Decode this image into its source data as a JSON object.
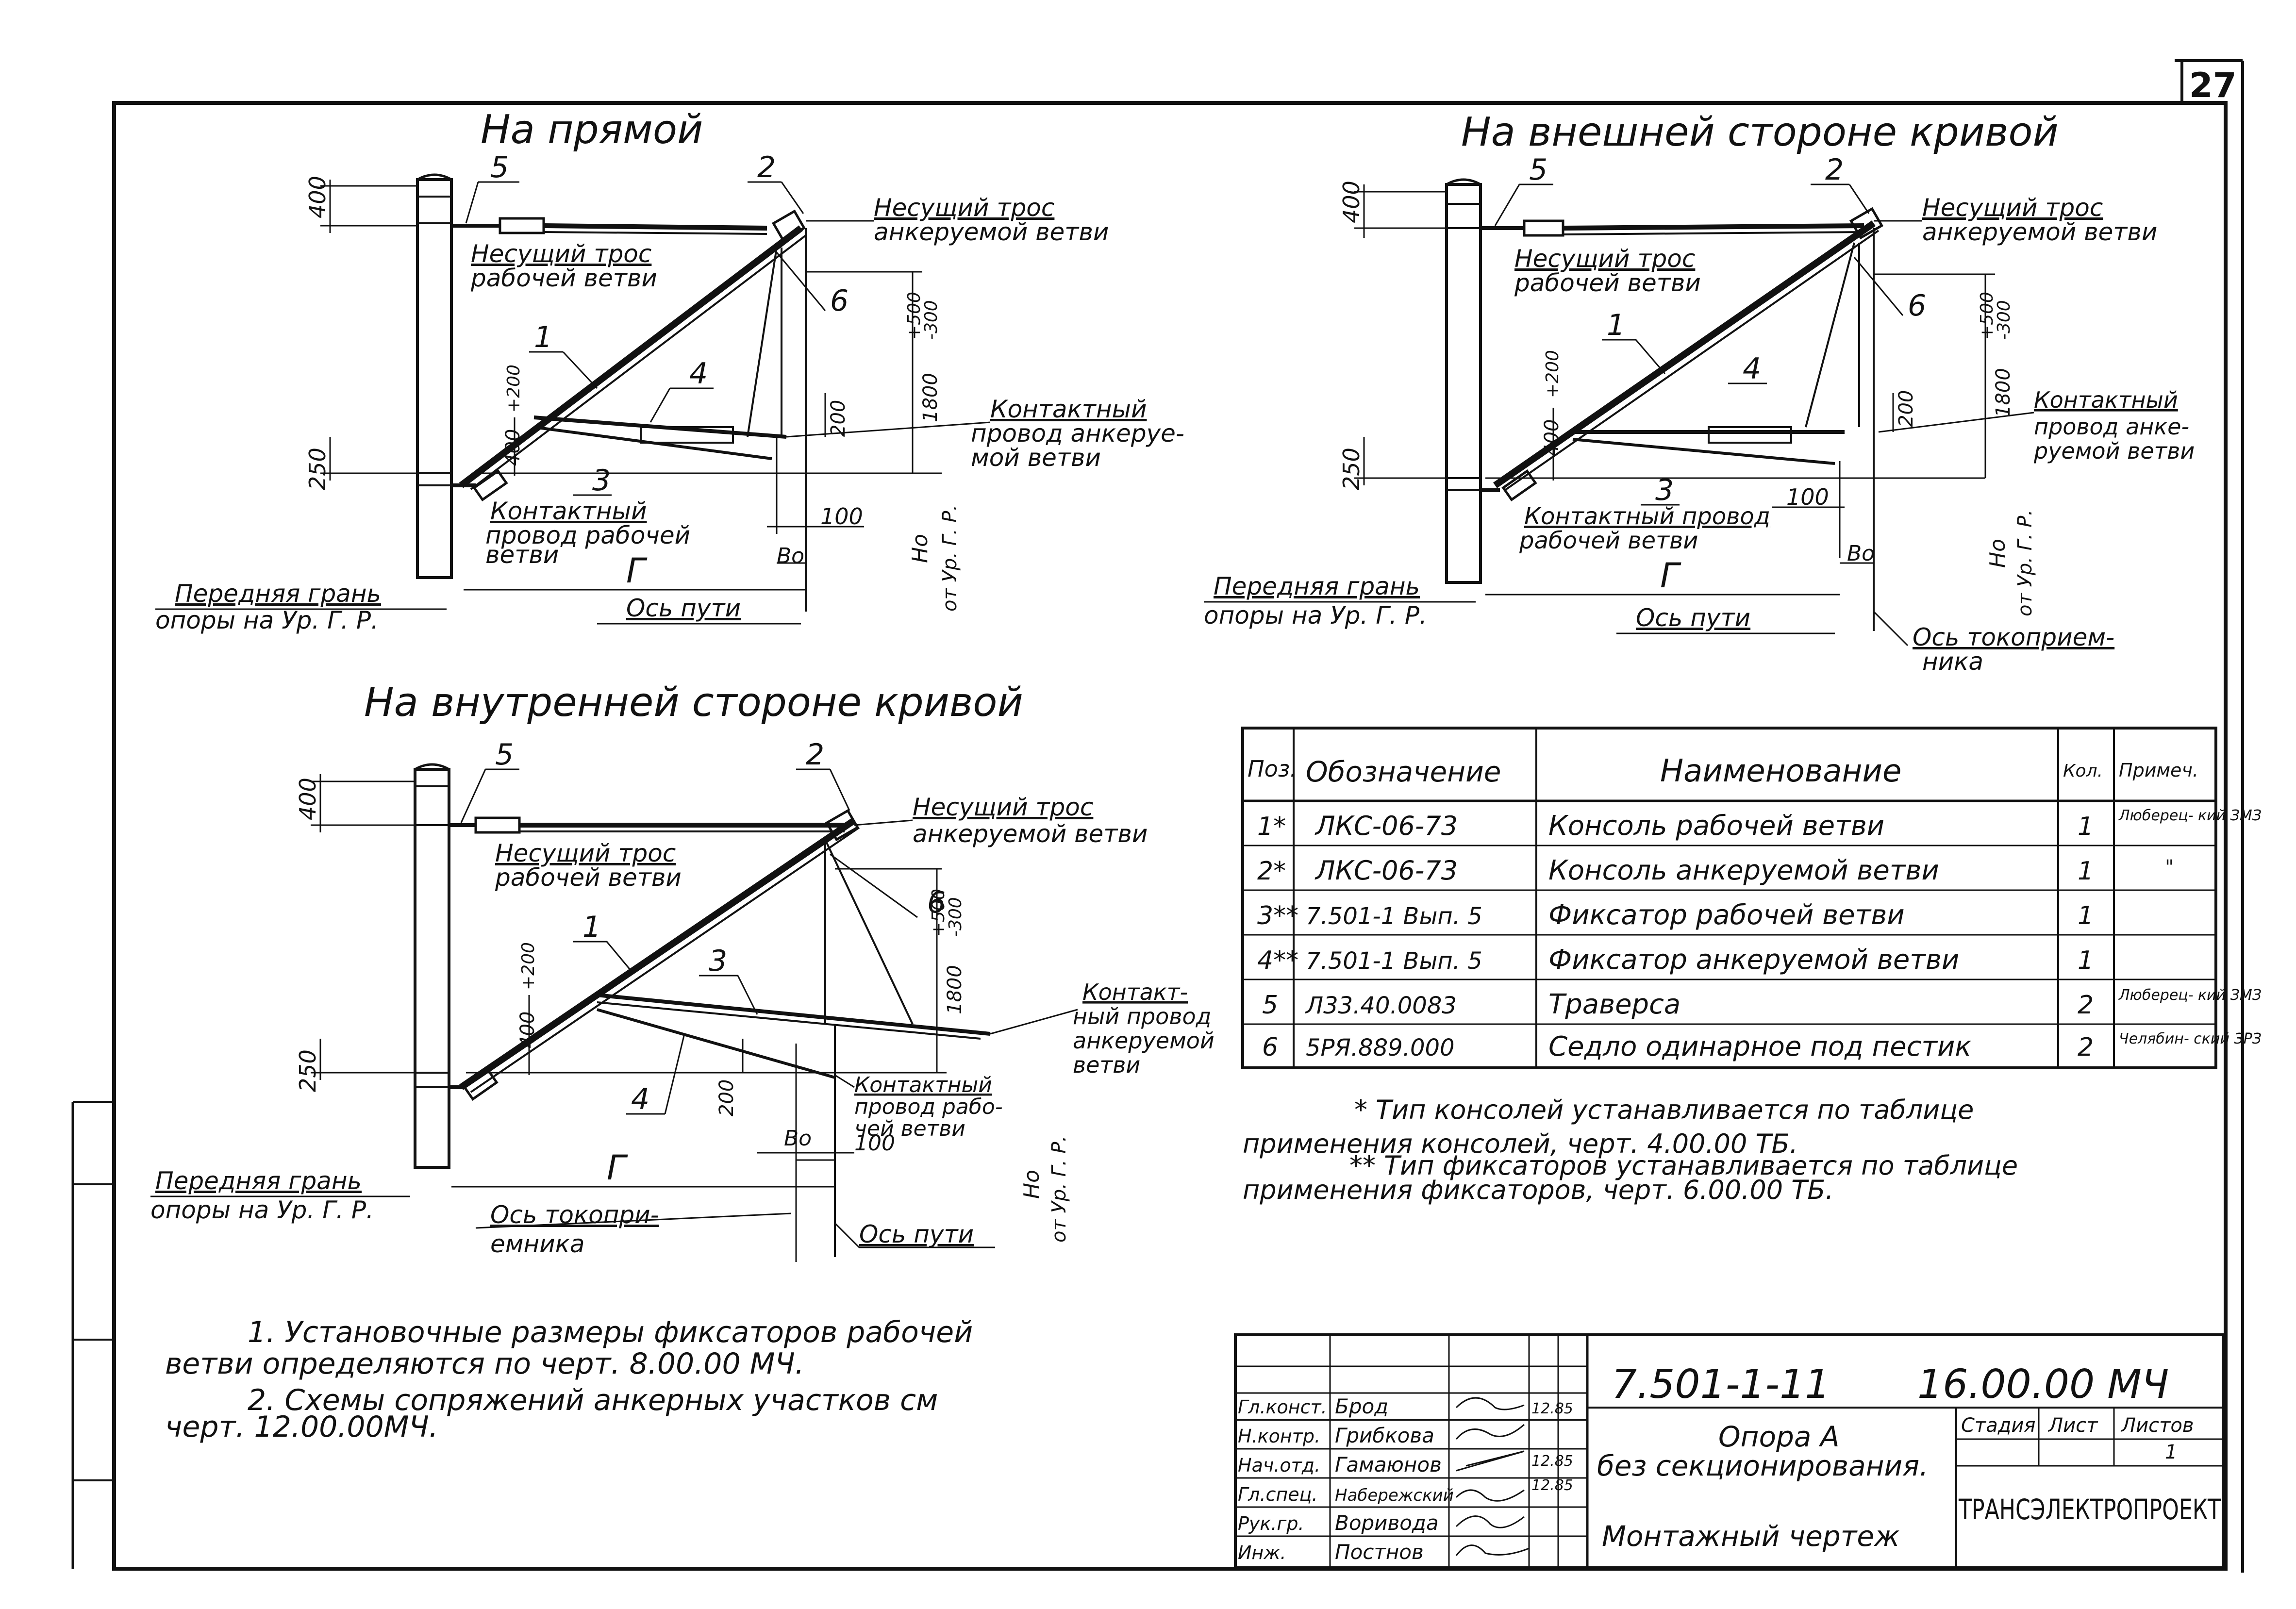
{
  "sheet_number": "27",
  "views": {
    "straight": {
      "title": "На прямой",
      "dims": {
        "d400": "400",
        "d250": "250",
        "d500": "+500",
        "d300": "-300",
        "d1800": "1800",
        "d400_200": "400",
        "d200plus": "+200",
        "d200": "200",
        "d100": "100",
        "ho": "Но",
        "ho_ref": "от Ур. Г. Р."
      },
      "pos": [
        "5",
        "2",
        "6",
        "1",
        "4",
        "3"
      ],
      "carrier_anchored": [
        "Несущий трос",
        "анкеруемой ветви"
      ],
      "carrier_working": [
        "Несущий трос",
        "рабочей ветви"
      ],
      "contact_anchored": [
        "Контактный",
        "провод анкеруе-",
        "мой ветви"
      ],
      "contact_working": [
        "Контактный",
        "провод рабочей",
        "ветви"
      ],
      "g_letter": "Г",
      "b0": "Во",
      "front_face": [
        "Передняя грань",
        "опоры на Ур. Г. Р."
      ],
      "track_axis": "Ось пути"
    },
    "outer": {
      "title": "На внешней стороне кривой",
      "pos": [
        "5",
        "2",
        "6",
        "1",
        "4",
        "3"
      ],
      "carrier_anchored": [
        "Несущий трос",
        "анкеруемой ветви"
      ],
      "carrier_working": [
        "Несущий трос",
        "рабочей ветви"
      ],
      "contact_anchored": [
        "Контактный",
        "провод анке-",
        "руемой ветви"
      ],
      "contact_working": [
        "Контактный провод",
        "рабочей ветви"
      ],
      "dims": {
        "d400": "400",
        "d250": "250",
        "d500": "+500",
        "d300": "-300",
        "d1800": "1800",
        "d400_200": "400",
        "d200plus": "+200",
        "d200": "200",
        "d100": "100",
        "ho": "Но",
        "ho_ref": "от Ур. Г. Р."
      },
      "g_letter": "Г",
      "b0": "Во",
      "front_face": [
        "Передняя грань",
        "опоры на Ур. Г. Р."
      ],
      "track_axis": "Ось пути",
      "collector_axis": [
        "Ось токоприем-",
        "ника"
      ]
    },
    "inner": {
      "title": "На внутренней стороне кривой",
      "pos": [
        "5",
        "2",
        "6",
        "1",
        "3",
        "4"
      ],
      "carrier_anchored": [
        "Несущий трос",
        "анкеруемой ветви"
      ],
      "carrier_working": [
        "Несущий трос",
        "рабочей ветви"
      ],
      "contact_anchored": [
        "Контакт-",
        "ный провод",
        "анкеруемой",
        "ветви"
      ],
      "contact_working": [
        "Контактный",
        "провод рабо-",
        "чей ветви"
      ],
      "dims": {
        "d400": "400",
        "d250": "250",
        "d500": "+500",
        "d300": "-300",
        "d1800": "1800",
        "d400_200": "400",
        "d200plus": "+200",
        "d200": "200",
        "d100": "100",
        "ho": "Но",
        "ho_ref": "от Ур. Г. Р."
      },
      "g_letter": "Г",
      "b0": "Во",
      "front_face": [
        "Передняя грань",
        "опоры на Ур. Г. Р."
      ],
      "track_axis": "Ось пути",
      "collector_axis": [
        "Ось токопри-",
        "емника"
      ]
    }
  },
  "spec_table": {
    "headers": [
      "Поз.",
      "Обозначение",
      "Наименование",
      "Кол.",
      "Примеч."
    ],
    "rows": [
      [
        "1*",
        "ЛКС-06-73",
        "Консоль рабочей ветви",
        "1",
        "Люберец- кий ЗМЗ"
      ],
      [
        "2*",
        "ЛКС-06-73",
        "Консоль анкеруемой ветви",
        "1",
        "\""
      ],
      [
        "3**",
        "7.501-1 Вып. 5",
        "Фиксатор рабочей ветви",
        "1",
        ""
      ],
      [
        "4**",
        "7.501-1 Вып. 5",
        "Фиксатор анкеруемой ветви",
        "1",
        ""
      ],
      [
        "5",
        "Л33.40.0083",
        "Траверса",
        "2",
        "Люберец- кий ЗМЗ"
      ],
      [
        "6",
        "5РЯ.889.000",
        "Седло одинарное под пестик",
        "2",
        "Челябин- ский ЗРЗ"
      ]
    ]
  },
  "table_notes": [
    "* Тип консолей устанавливается по таблице",
    "применения консолей, черт. 4.00.00 ТБ.",
    "** Тип фиксаторов устанавливается по таблице",
    "применения фиксаторов, черт. 6.00.00 ТБ."
  ],
  "notes": [
    "1. Установочные размеры фиксаторов рабочей",
    "ветви определяются по черт. 8.00.00 МЧ.",
    "2. Схемы сопряжений анкерных участков см",
    "черт. 12.00.00МЧ."
  ],
  "title_block": {
    "doc_code": "7.501-1-11",
    "drawing_code": "16.00.00 МЧ",
    "name_line1": "Опора А",
    "name_line2": "без секционирования.",
    "drawing_type": "Монтажный чертеж",
    "stage_label": "Стадия",
    "sheet_label": "Лист",
    "sheets_label": "Листов",
    "sheets_value": "1",
    "org": "ТРАНСЭЛЕКТРОПРОЕКТ",
    "signers": [
      {
        "role": "Гл.конст.",
        "name": "Брод",
        "date": "12.85"
      },
      {
        "role": "Н.контр.",
        "name": "Грибкова",
        "date": ""
      },
      {
        "role": "Нач.отд.",
        "name": "Гамаюнов",
        "date": "12.85"
      },
      {
        "role": "Гл.спец.",
        "name": "Набережский",
        "date": "12.85"
      },
      {
        "role": "Рук.гр.",
        "name": "Воривода",
        "date": ""
      },
      {
        "role": "Инж.",
        "name": "Постнов",
        "date": ""
      }
    ]
  }
}
